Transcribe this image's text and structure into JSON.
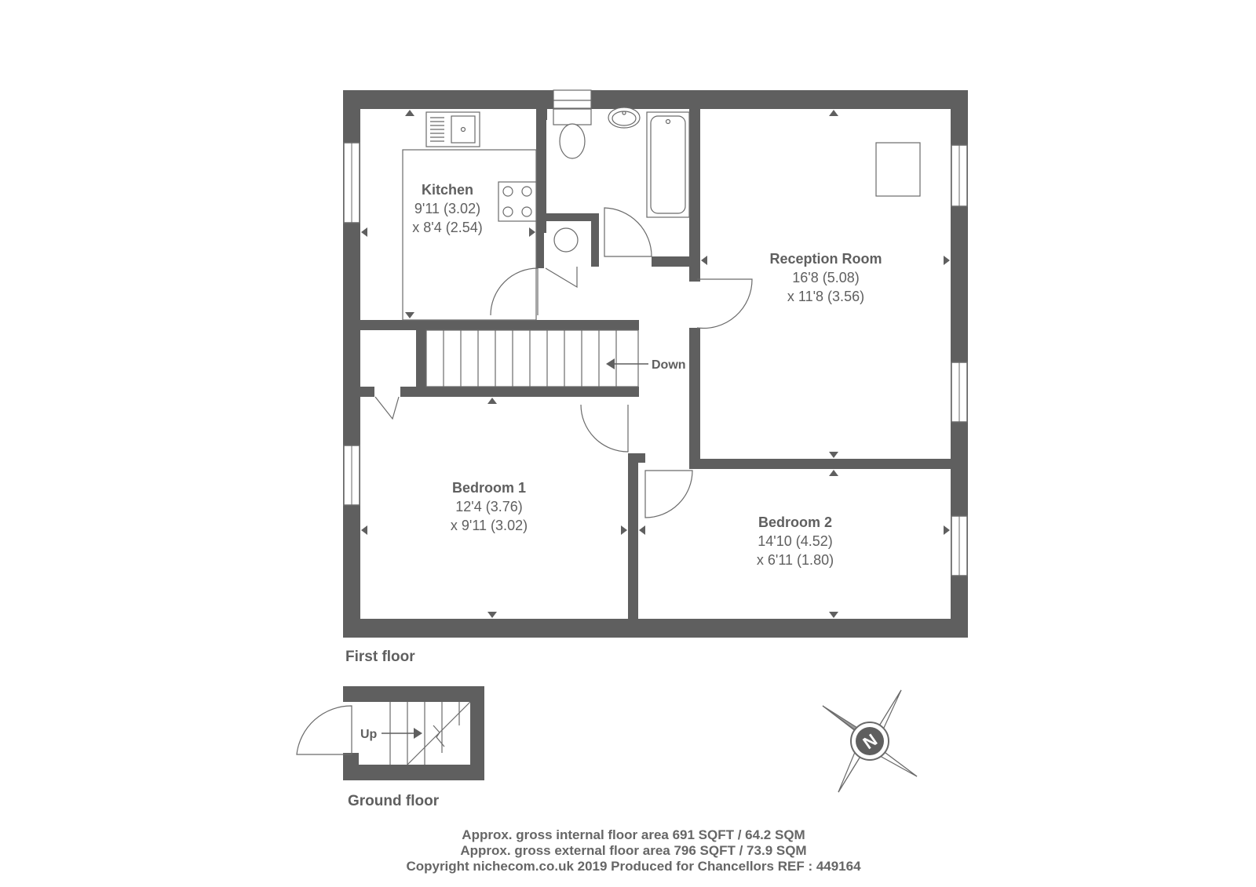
{
  "colors": {
    "wall": "#5f5f5f",
    "line": "#6a6a6a",
    "text": "#5f5f5f",
    "background": "#ffffff"
  },
  "rooms": {
    "kitchen": {
      "name": "Kitchen",
      "dim1": "9'11 (3.02)",
      "dim2": "x 8'4 (2.54)"
    },
    "reception": {
      "name": "Reception Room",
      "dim1": "16'8 (5.08)",
      "dim2": "x 11'8 (3.56)"
    },
    "bedroom1": {
      "name": "Bedroom 1",
      "dim1": "12'4 (3.76)",
      "dim2": "x 9'11 (3.02)"
    },
    "bedroom2": {
      "name": "Bedroom 2",
      "dim1": "14'10 (4.52)",
      "dim2": "x 6'11 (1.80)"
    }
  },
  "stairs": {
    "down_label": "Down",
    "up_label": "Up"
  },
  "floors": {
    "first": "First floor",
    "ground": "Ground floor"
  },
  "compass": {
    "letter": "N",
    "icon": "compass-icon"
  },
  "footer": {
    "line1": "Approx. gross internal floor area 691 SQFT / 64.2 SQM",
    "line2": "Approx. gross external floor area 796 SQFT / 73.9 SQM",
    "line3": "Copyright nichecom.co.uk 2019 Produced for Chancellors REF : 449164"
  }
}
